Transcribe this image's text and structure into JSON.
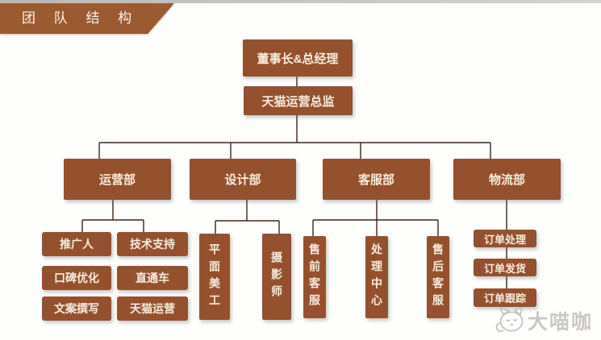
{
  "slide": {
    "title": "团 队 结 构"
  },
  "colors": {
    "box_fill": "#95512D",
    "banner_fill": "#9C5A31",
    "box_text": "#F6ECDF",
    "connector_line": "#402516",
    "top_strip": "#C9C9C9",
    "watermark_text": "#C7C3BF",
    "background": "#FEFEFC"
  },
  "org": {
    "root": {
      "label": "董事长&总经理"
    },
    "director": {
      "label": "天猫运营总监"
    },
    "departments": [
      {
        "label": "运营部",
        "children": [
          "推广人",
          "技术支持",
          "口碑优化",
          "直通车",
          "文案撰写",
          "天猫运营"
        ]
      },
      {
        "label": "设计部",
        "children": [
          "平面美工",
          "摄影师"
        ]
      },
      {
        "label": "客服部",
        "children": [
          "售前客服",
          "处理中心",
          "售后客服"
        ]
      },
      {
        "label": "物流部",
        "children": [
          "订单处理",
          "订单发货",
          "订单跟踪"
        ]
      }
    ]
  },
  "watermark": {
    "label": "大喵咖",
    "icon": "cat-face-icon"
  }
}
